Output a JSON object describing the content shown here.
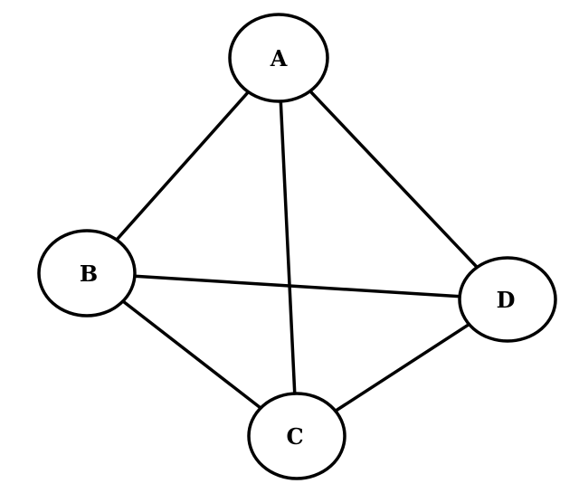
{
  "graph": {
    "nodes": [
      {
        "id": "A",
        "label": "A"
      },
      {
        "id": "B",
        "label": "B"
      },
      {
        "id": "C",
        "label": "C"
      },
      {
        "id": "D",
        "label": "D"
      }
    ],
    "edges": [
      {
        "from": "A",
        "to": "B"
      },
      {
        "from": "A",
        "to": "C"
      },
      {
        "from": "A",
        "to": "D"
      },
      {
        "from": "B",
        "to": "C"
      },
      {
        "from": "B",
        "to": "D"
      },
      {
        "from": "C",
        "to": "D"
      }
    ],
    "colors": {
      "stroke": "#000000",
      "fill": "#ffffff",
      "background": "#ffffff"
    }
  }
}
